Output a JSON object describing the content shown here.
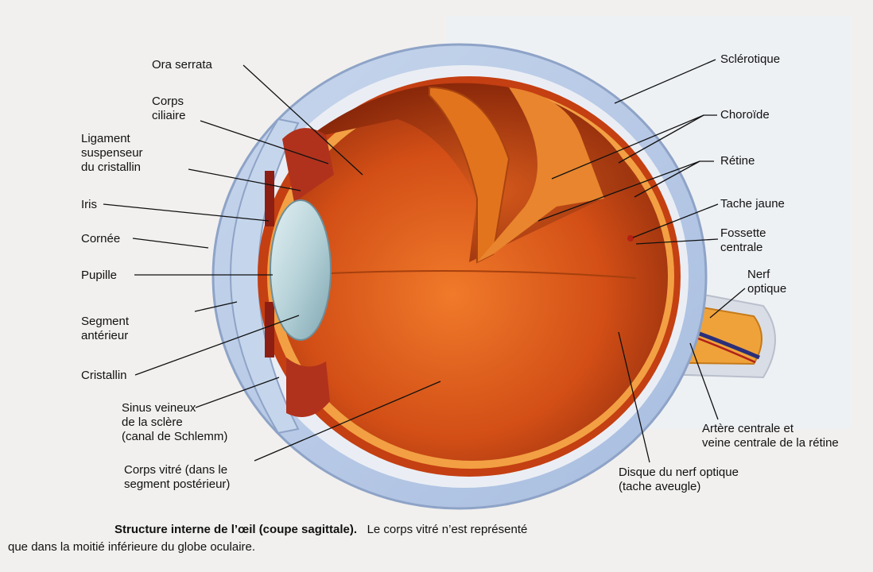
{
  "labels": {
    "ora_serrata": "Ora serrata",
    "corps_ciliaire": "Corps\nciliaire",
    "ligament": "Ligament\nsuspenseur\ndu cristallin",
    "iris": "Iris",
    "cornee": "Cornée",
    "pupille": "Pupille",
    "segment_anterieur": "Segment\nantérieur",
    "cristallin": "Cristallin",
    "sinus": "Sinus veineux\nde la sclère\n(canal de Schlemm)",
    "corps_vitre": "Corps vitré (dans le\nsegment postérieur)",
    "sclerotique": "Sclérotique",
    "choroide": "Choroïde",
    "retine": "Rétine",
    "tache_jaune": "Tache jaune",
    "fossette": "Fossette\ncentrale",
    "nerf": "Nerf\noptique",
    "artere": "Artère centrale et\nveine centrale de la rétine",
    "disque": "Disque du nerf optique\n(tache aveugle)"
  },
  "caption": {
    "bold": "Structure interne de l’œil (coupe sagittale).",
    "rest_line1": "Le corps vitré n’est représenté",
    "line2": "que dans la moitié inférieure du globe oculaire."
  }
}
